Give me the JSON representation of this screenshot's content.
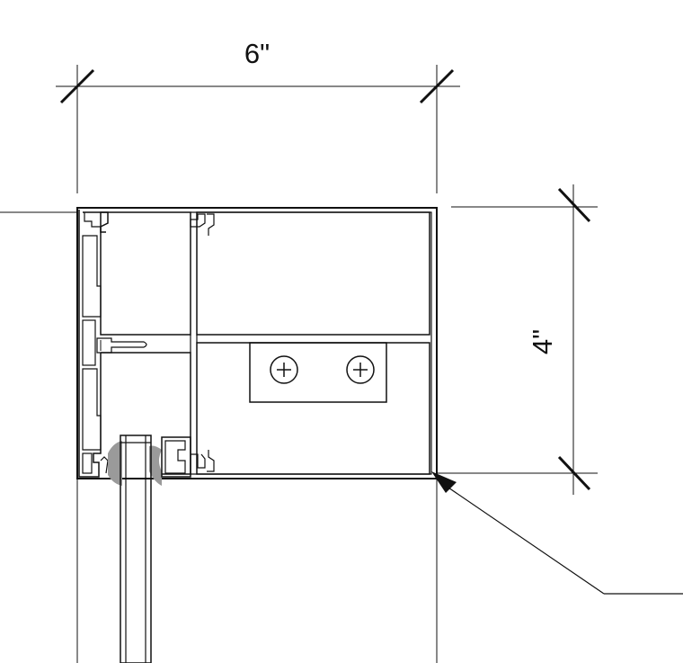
{
  "drawing": {
    "dimensions": {
      "width_label": "6\"",
      "height_label": "4\""
    },
    "colors": {
      "line": "#111111",
      "gasket": "#9a9a9a",
      "background": "#ffffff"
    },
    "elements": [
      "mullion-profile",
      "anchor-clip",
      "screw-fastener",
      "glazing-panel",
      "gasket",
      "pressure-plate",
      "leader-arrow"
    ]
  }
}
